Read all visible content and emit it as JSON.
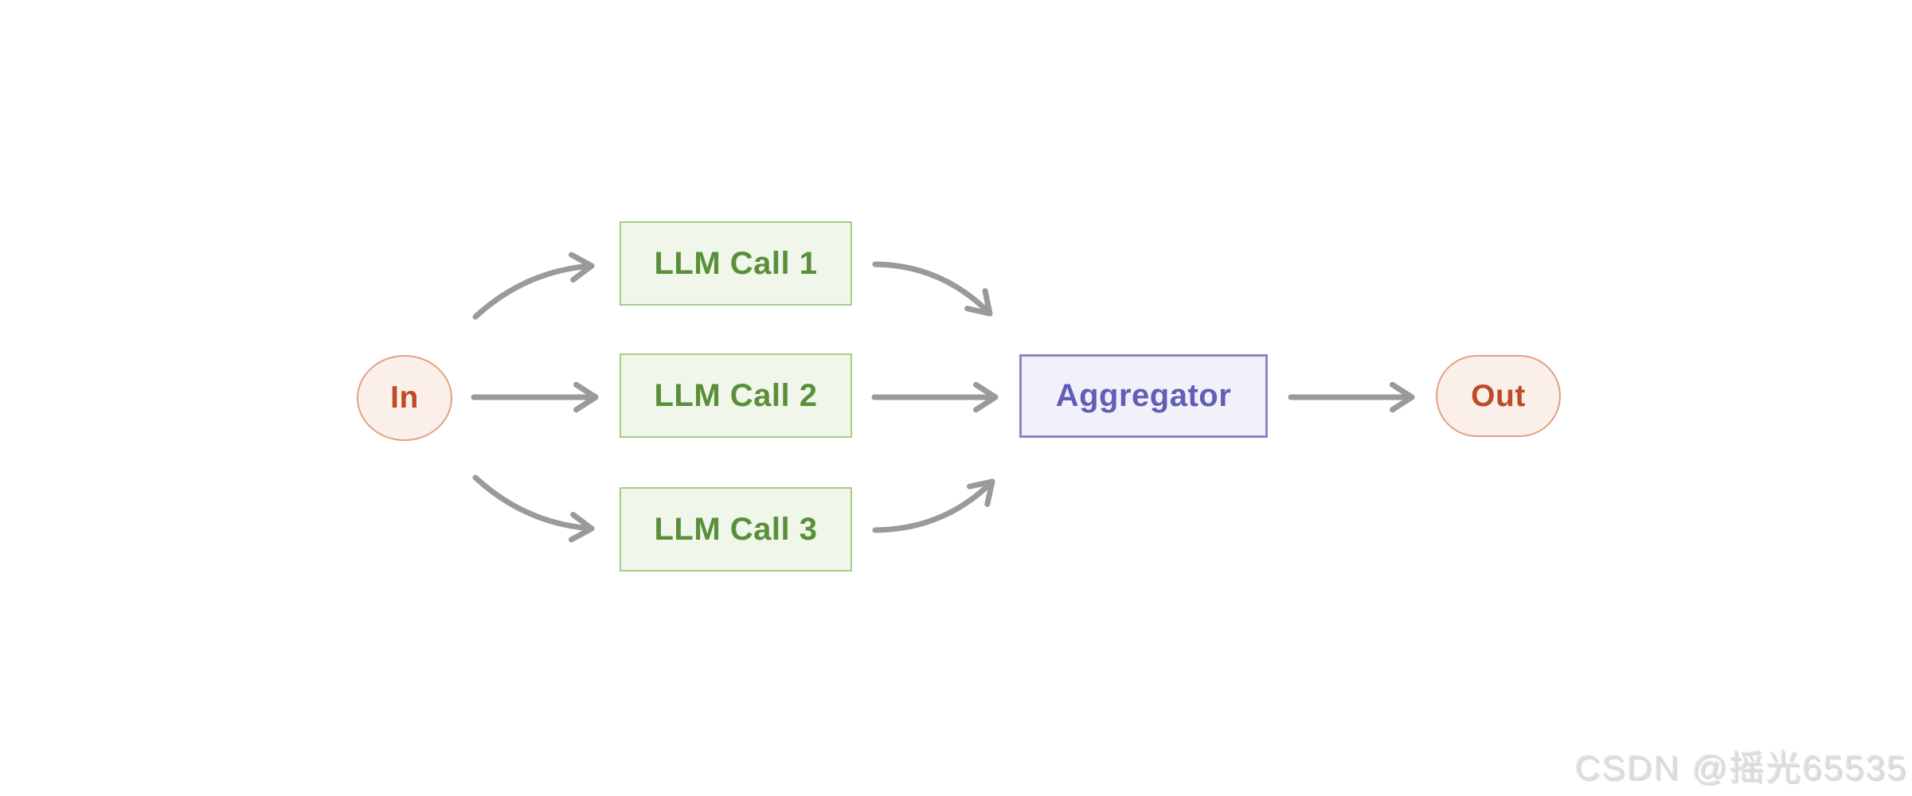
{
  "diagram": {
    "title": "parallelization-workflow",
    "nodes": [
      {
        "id": "in",
        "label": "In",
        "type": "terminal",
        "shape": "circle"
      },
      {
        "id": "llm1",
        "label": "LLM Call 1",
        "type": "llm",
        "shape": "rect"
      },
      {
        "id": "llm2",
        "label": "LLM Call 2",
        "type": "llm",
        "shape": "rect"
      },
      {
        "id": "llm3",
        "label": "LLM Call 3",
        "type": "llm",
        "shape": "rect"
      },
      {
        "id": "aggregator",
        "label": "Aggregator",
        "type": "aggregator",
        "shape": "rect"
      },
      {
        "id": "out",
        "label": "Out",
        "type": "terminal",
        "shape": "pill"
      }
    ],
    "edges": [
      {
        "from": "in",
        "to": "llm1",
        "style": "curved-up"
      },
      {
        "from": "in",
        "to": "llm2",
        "style": "straight"
      },
      {
        "from": "in",
        "to": "llm3",
        "style": "curved-down"
      },
      {
        "from": "llm1",
        "to": "aggregator",
        "style": "curved-down"
      },
      {
        "from": "llm2",
        "to": "aggregator",
        "style": "straight"
      },
      {
        "from": "llm3",
        "to": "aggregator",
        "style": "curved-up"
      },
      {
        "from": "aggregator",
        "to": "out",
        "style": "straight"
      }
    ],
    "colors": {
      "terminal_bg": "#FBEFEA",
      "terminal_border": "#E2A183",
      "terminal_text": "#BC4B26",
      "llm_bg": "#F1F6EA",
      "llm_border": "#A6CD86",
      "llm_text": "#5A8F3A",
      "aggregator_bg": "#F2F1FA",
      "aggregator_border": "#8987C9",
      "aggregator_text": "#615EB7",
      "arrow": "#9A9A9A",
      "background": "#FFFFFF",
      "watermark_text_color": "#DBDBDB"
    }
  },
  "watermark": {
    "text": "CSDN @摇光65535"
  }
}
